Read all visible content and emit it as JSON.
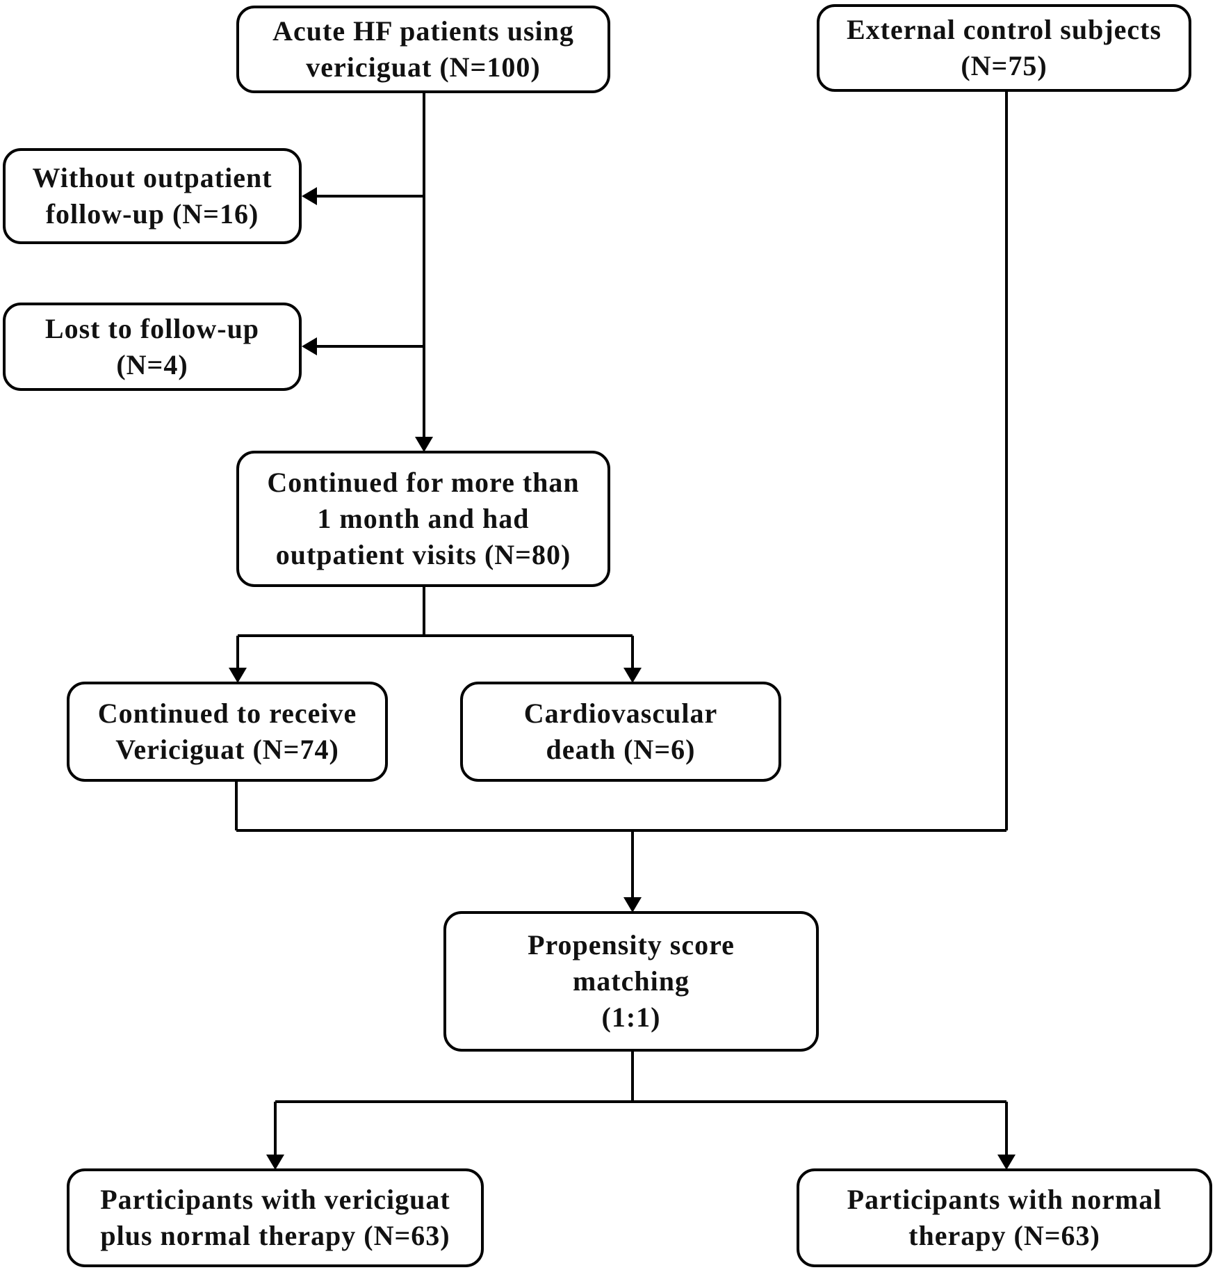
{
  "boxes": {
    "acute_hf": [
      "Acute HF patients using",
      "vericiguat (N=100)"
    ],
    "external_control": [
      "External control subjects",
      "(N=75)"
    ],
    "without_followup": [
      "Without outpatient",
      "follow-up (N=16)"
    ],
    "lost_followup": [
      "Lost to follow-up",
      "(N=4)"
    ],
    "continued_month": [
      "Continued for more than",
      "1 month and had",
      "outpatient visits (N=80)"
    ],
    "continued_vericiguat": [
      "Continued to receive",
      "Vericiguat (N=74)"
    ],
    "cv_death": [
      "Cardiovascular",
      "death (N=6)"
    ],
    "psm": [
      "Propensity score",
      "matching",
      "(1:1)"
    ],
    "participants_vericiguat": [
      "Participants with vericiguat",
      "plus normal therapy (N=63)"
    ],
    "participants_normal": [
      "Participants with normal",
      "therapy (N=63)"
    ]
  }
}
